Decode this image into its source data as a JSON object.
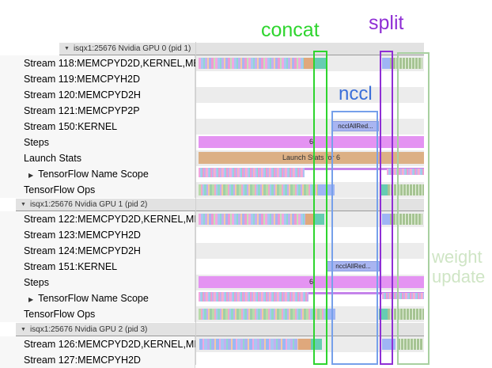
{
  "annotations": {
    "concat": {
      "label": "concat",
      "color": "#2ed52e"
    },
    "split": {
      "label": "split",
      "color": "#8f2fd5"
    },
    "nccl": {
      "label": "nccl",
      "color": "#3b6fd9",
      "box_color": "#76a0ea"
    },
    "weight_update": {
      "line1": "weight",
      "line2": "update",
      "color": "#cfe5c5",
      "box_color": "#a8d0a0"
    }
  },
  "colors": {
    "steps_bar": "#e493f2",
    "launch_bar": "#dcb085",
    "nccl_event": "#a9b5f1",
    "teal_segment": "#66ccb2",
    "hatch_green": "#a6c493"
  },
  "sections": [
    {
      "header": "isqx1:25676 Nvidia GPU 0 (pid 1)",
      "collapse_icon": "▼",
      "rows": [
        {
          "label": "Stream 118:MEMCPYD2D,KERNEL,ME"
        },
        {
          "label": "Stream 119:MEMCPYH2D"
        },
        {
          "label": "Stream 120:MEMCPYD2H"
        },
        {
          "label": "Stream 121:MEMCPYP2P"
        },
        {
          "label": "Stream 150:KERNEL",
          "event": "ncclAllRed..."
        },
        {
          "label": "Steps",
          "value": "6"
        },
        {
          "label": "Launch Stats",
          "bar_text": "Launch Stats for 6"
        },
        {
          "label": "TensorFlow Name Scope",
          "expand_icon": "▶"
        },
        {
          "label": "TensorFlow Ops"
        }
      ]
    },
    {
      "header": "isqx1:25676 Nvidia GPU 1 (pid 2)",
      "collapse_icon": "▼",
      "rows": [
        {
          "label": "Stream 122:MEMCPYD2D,KERNEL,MI"
        },
        {
          "label": "Stream 123:MEMCPYH2D"
        },
        {
          "label": "Stream 124:MEMCPYD2H"
        },
        {
          "label": "Stream 151:KERNEL",
          "event": "ncclAllRed..."
        },
        {
          "label": "Steps",
          "value": "6"
        },
        {
          "label": "TensorFlow Name Scope",
          "expand_icon": "▶"
        },
        {
          "label": "TensorFlow Ops"
        }
      ]
    },
    {
      "header": "isqx1:25676 Nvidia GPU 2 (pid 3)",
      "collapse_icon": "▼",
      "rows": [
        {
          "label": "Stream 126:MEMCPYD2D,KERNEL,MI"
        },
        {
          "label": "Stream 127:MEMCPYH2D"
        }
      ]
    }
  ]
}
